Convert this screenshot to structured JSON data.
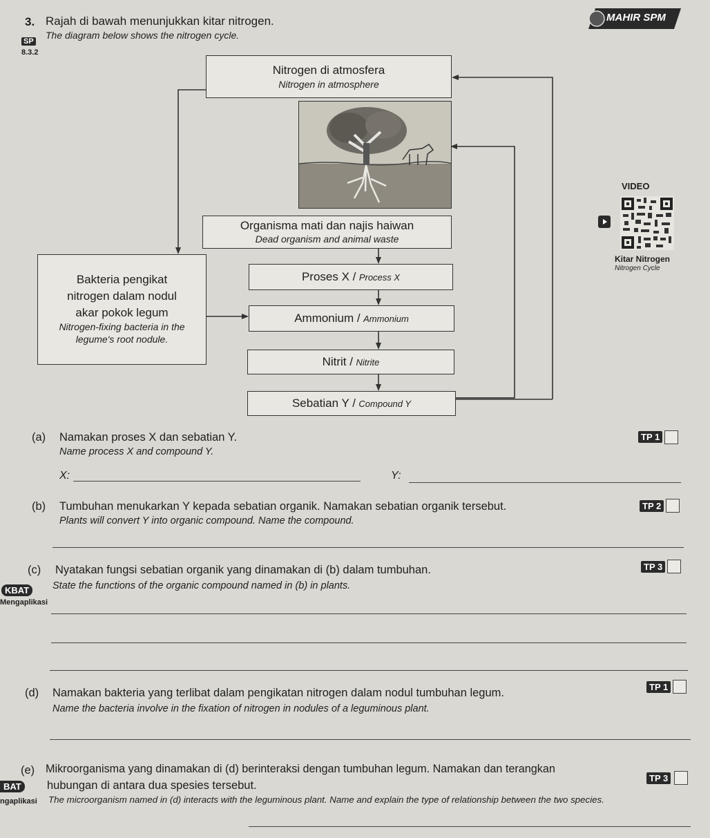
{
  "header": {
    "number": "3.",
    "title_ms": "Rajah di bawah menunjukkan kitar nitrogen.",
    "title_en": "The diagram below shows the nitrogen cycle.",
    "sp_badge": "SP",
    "sp_code": "8.3.2",
    "mahir_badge": "MAHIR SPM"
  },
  "video": {
    "label": "VIDEO",
    "title": "Kitar Nitrogen",
    "subtitle": "Nitrogen Cycle"
  },
  "diagram": {
    "atmosphere_ms": "Nitrogen di atmosfera",
    "atmosphere_en": "Nitrogen in atmosphere",
    "dead_ms": "Organisma mati dan najis haiwan",
    "dead_en": "Dead organism and animal waste",
    "bacteria_l1": "Bakteria pengikat",
    "bacteria_l2": "nitrogen dalam nodul",
    "bacteria_l3": "akar pokok legum",
    "bacteria_en1": "Nitrogen-fixing bacteria in the",
    "bacteria_en2": "legume's root nodule.",
    "process_ms": "Proses X /",
    "process_en": "Process X",
    "ammonium_ms": "Ammonium /",
    "ammonium_en": "Ammonium",
    "nitrite_ms": "Nitrit /",
    "nitrite_en": "Nitrite",
    "compound_ms": "Sebatian Y /",
    "compound_en": "Compound Y"
  },
  "questions": {
    "a_label": "(a)",
    "a_ms": "Namakan proses X dan sebatian Y.",
    "a_en": "Name process X and compound Y.",
    "a_x": "X:",
    "a_y": "Y:",
    "a_tp": "TP 1",
    "b_label": "(b)",
    "b_ms": "Tumbuhan menukarkan Y kepada sebatian organik. Namakan sebatian organik tersebut.",
    "b_en": "Plants will convert Y into organic compound. Name the compound.",
    "b_tp": "TP 2",
    "c_label": "(c)",
    "c_ms": "Nyatakan fungsi sebatian organik yang dinamakan di (b) dalam tumbuhan.",
    "c_en": "State the functions of the organic compound named in (b) in plants.",
    "c_tp": "TP 3",
    "c_kbat": "KBAT",
    "c_kbat_sub": "Mengaplikasi",
    "d_label": "(d)",
    "d_ms": "Namakan bakteria yang terlibat dalam pengikatan nitrogen dalam nodul tumbuhan legum.",
    "d_en": "Name the bacteria involve in the fixation of nitrogen in nodules of a leguminous plant.",
    "d_tp": "TP 1",
    "e_label": "(e)",
    "e_ms1": "Mikroorganisma yang dinamakan di (d) berinteraksi dengan tumbuhan legum. Namakan dan terangkan",
    "e_ms2": "hubungan di antara dua spesies tersebut.",
    "e_en": "The microorganism named in (d) interacts with the leguminous plant. Name and explain the type of relationship between the two species.",
    "e_tp": "TP 3",
    "e_kbat": "BAT",
    "e_kbat_sub": "ngaplikasi"
  }
}
